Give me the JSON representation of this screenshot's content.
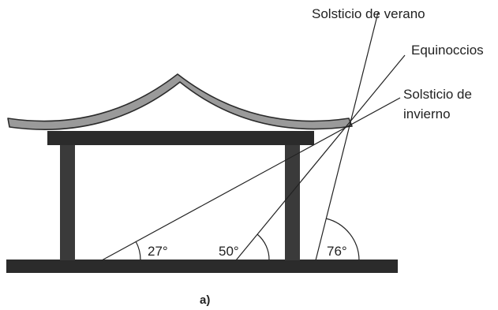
{
  "labels": {
    "summer_solstice": "Solsticio de verano",
    "equinoxes": "Equinoccios",
    "winter_solstice_line1": "Solsticio de",
    "winter_solstice_line2": "invierno"
  },
  "angles": {
    "winter": "27°",
    "equinox": "50°",
    "summer": "76°"
  },
  "caption": "a)",
  "colors": {
    "structure": "#2b2b2b",
    "roof_fill": "#9a9a9a",
    "line": "#222222"
  }
}
